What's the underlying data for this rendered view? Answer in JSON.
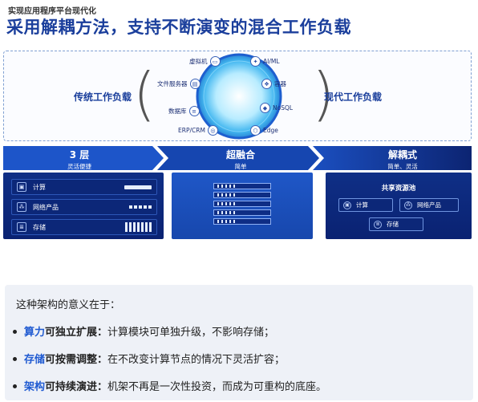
{
  "header": {
    "kicker": "实现应用程序平台现代化",
    "title": "采用解耦方法，支持不断演变的混合工作负载"
  },
  "workloads": {
    "traditional_label": "传统工作负载",
    "modern_label": "现代工作负载",
    "hub_left": [
      {
        "label": "虚拟机",
        "icon": "vm-icon"
      },
      {
        "label": "文件服务器",
        "icon": "file-server-icon"
      },
      {
        "label": "数据库",
        "icon": "database-icon"
      },
      {
        "label": "ERP/CRM",
        "icon": "erp-crm-icon"
      }
    ],
    "hub_right": [
      {
        "label": "AI/ML",
        "icon": "ai-ml-icon"
      },
      {
        "label": "容器",
        "icon": "container-icon"
      },
      {
        "label": "NoSQL",
        "icon": "nosql-icon"
      },
      {
        "label": "Edge",
        "icon": "edge-icon"
      }
    ]
  },
  "stages": [
    {
      "title": "3 层",
      "subtitle": "灵活便捷"
    },
    {
      "title": "超融合",
      "subtitle": "简单"
    },
    {
      "title": "解耦式",
      "subtitle": "简单、灵活"
    }
  ],
  "three_tier": {
    "rows": [
      {
        "label": "计算",
        "icon": "cpu-icon"
      },
      {
        "label": "网络产品",
        "icon": "network-icon"
      },
      {
        "label": "存储",
        "icon": "storage-icon"
      }
    ]
  },
  "disaggregated": {
    "pool_title": "共享资源池",
    "chips": [
      {
        "label": "计算",
        "icon": "cpu-icon"
      },
      {
        "label": "网络产品",
        "icon": "network-icon"
      },
      {
        "label": "存储",
        "icon": "storage-icon"
      }
    ]
  },
  "summary": {
    "intro": "这种架构的意义在于：",
    "bullets": [
      {
        "keyword": "算力",
        "head": "可独立扩展：",
        "text": "计算模块可单独升级，不影响存储；"
      },
      {
        "keyword": "存储",
        "head": "可按需调整：",
        "text": "在不改变计算节点的情况下灵活扩容；"
      },
      {
        "keyword": "架构",
        "head": "可持续演进：",
        "text": "机架不再是一次性投资，而成为可重构的底座。"
      }
    ]
  },
  "colors": {
    "headline": "#1b3f9c",
    "panel": "#0a2272",
    "band": "#0d2a80",
    "keyword": "#1f5ad1"
  }
}
